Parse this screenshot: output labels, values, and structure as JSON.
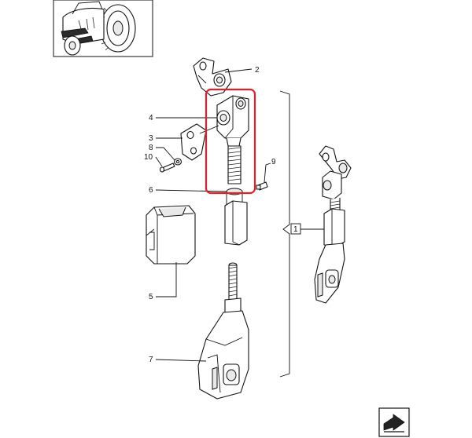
{
  "diagram": {
    "part_labels": {
      "p1": "1",
      "p2": "2",
      "p3": "3",
      "p4": "4",
      "p5": "5",
      "p6": "6",
      "p7": "7",
      "p8": "8",
      "p9": "9",
      "p10": "10"
    },
    "highlight_color": "#e0202a",
    "line_color": "#111111",
    "icons": {
      "thumbnail": "tractor-thumbnail-icon",
      "next_page": "next-page-arrow-icon"
    }
  }
}
